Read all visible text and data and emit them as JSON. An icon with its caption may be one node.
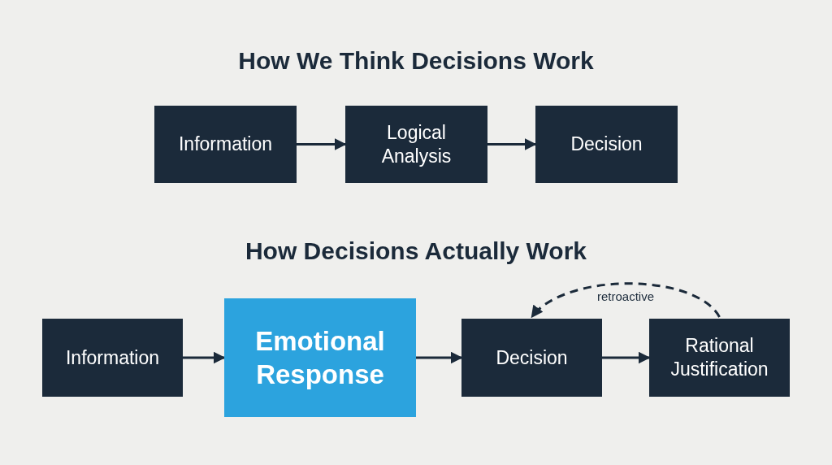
{
  "diagram": {
    "title": "How We Think Decisions Work",
    "nodes": [
      {
        "text": [
          "Information"
        ]
      },
      {
        "text": [
          "Logical Analysis"
        ]
      },
      {
        "text": [
          "Decision"
        ]
      },
      {
        "text": [
          "Information"
        ]
      },
      {
        "text": [
          "Emotional Response"
        ]
      },
      {
        "text": [
          "Decision"
        ]
      },
      {
        "text": [
          "Rational Justification"
        ]
      }
    ],
    "edges": [
      {
        "from": 0,
        "to": 1,
        "arrow": "to"
      },
      {
        "from": 1,
        "to": 2,
        "arrow": "to"
      },
      {
        "from": 3,
        "to": 4,
        "arrow": "to"
      },
      {
        "from": 4,
        "to": 5,
        "arrow": "to"
      },
      {
        "from": 5,
        "to": 6,
        "arrow": "to"
      },
      {
        "from": 6,
        "to": 5,
        "arrow": "to",
        "style": "dashed",
        "label": "retroactive"
      }
    ],
    "labels": [
      "How Decisions Actually Work"
    ]
  }
}
